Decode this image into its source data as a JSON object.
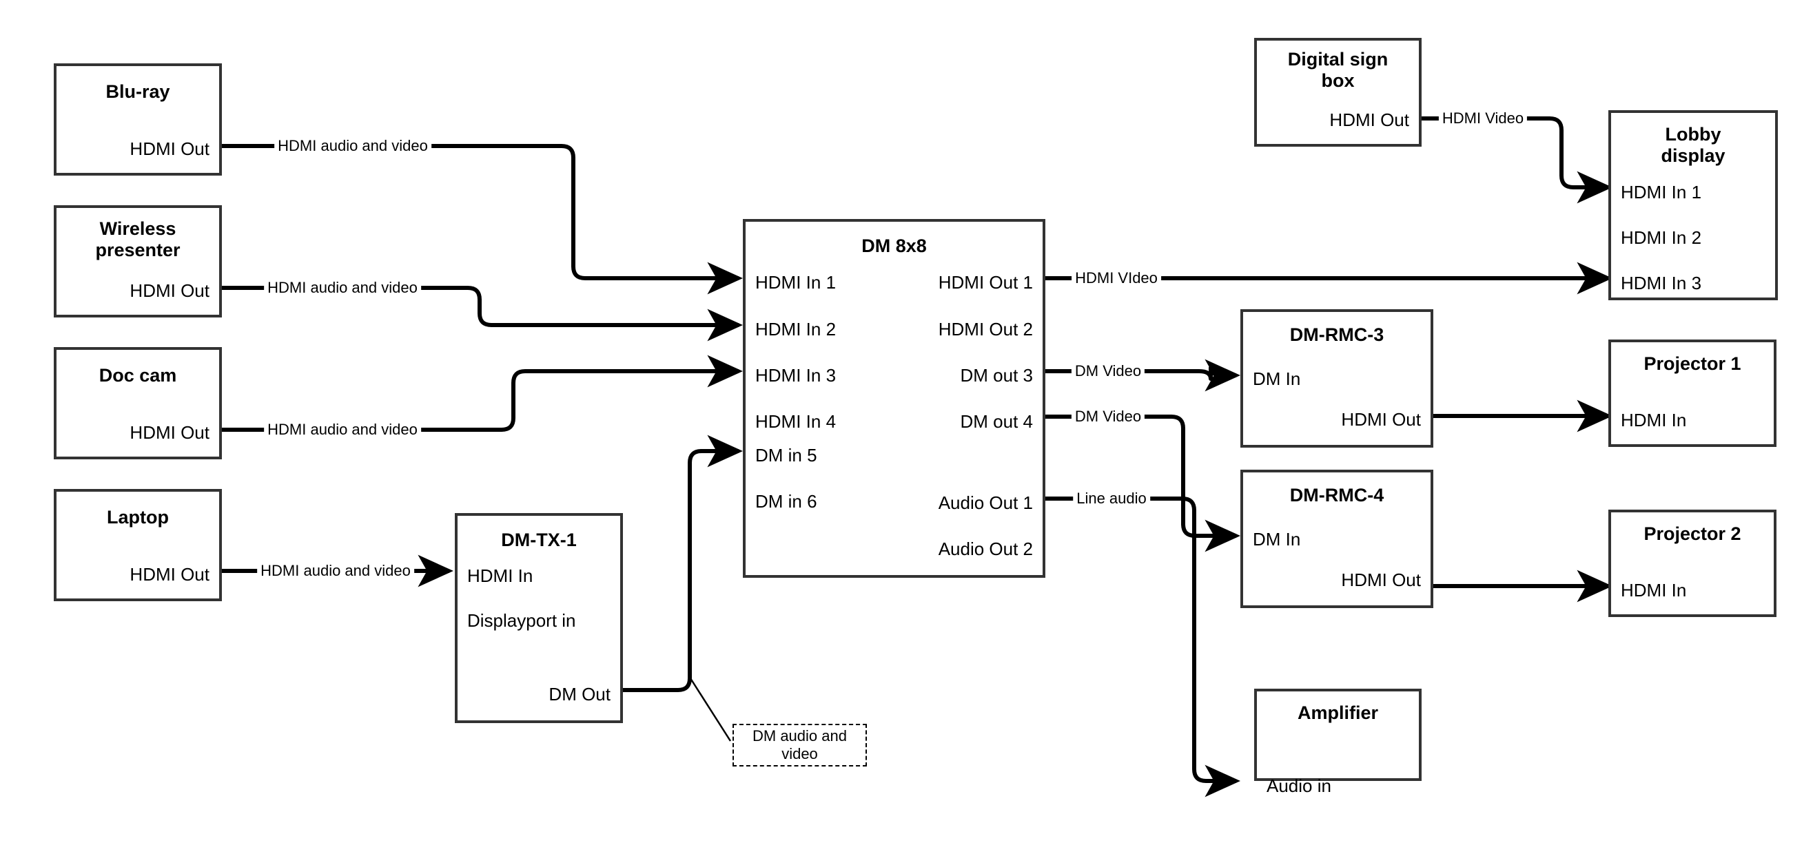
{
  "diagram": {
    "title": "AV signal flow diagram",
    "colors": {
      "line": "#000000",
      "border": "#333333",
      "background": "#ffffff"
    }
  },
  "nodes": {
    "bluray": {
      "title": "Blu-ray",
      "ports": {
        "out": "HDMI Out"
      }
    },
    "wireless": {
      "title": "Wireless\npresenter",
      "ports": {
        "out": "HDMI Out"
      }
    },
    "doccam": {
      "title": "Doc cam",
      "ports": {
        "out": "HDMI Out"
      }
    },
    "laptop": {
      "title": "Laptop",
      "ports": {
        "out": "HDMI Out"
      }
    },
    "dmtx1": {
      "title": "DM-TX-1",
      "ports": {
        "in1": "HDMI In",
        "in2": "Displayport in",
        "out": "DM Out"
      }
    },
    "dm8x8": {
      "title": "DM 8x8",
      "inputs": [
        "HDMI In 1",
        "HDMI In 2",
        "HDMI In 3",
        "HDMI In 4",
        "DM in 5",
        "DM in 6"
      ],
      "outputs": [
        "HDMI Out 1",
        "HDMI Out 2",
        "DM out 3",
        "DM out 4",
        "Audio Out 1",
        "Audio Out 2"
      ]
    },
    "digitalsign": {
      "title": "Digital sign\nbox",
      "ports": {
        "out": "HDMI Out"
      }
    },
    "lobby": {
      "title": "Lobby\ndisplay",
      "inputs": [
        "HDMI In 1",
        "HDMI In 2",
        "HDMI In 3"
      ]
    },
    "dmrmc3": {
      "title": "DM-RMC-3",
      "ports": {
        "in": "DM In",
        "out": "HDMI Out"
      }
    },
    "dmrmc4": {
      "title": "DM-RMC-4",
      "ports": {
        "in": "DM In",
        "out": "HDMI Out"
      }
    },
    "projector1": {
      "title": "Projector 1",
      "ports": {
        "in": "HDMI In"
      }
    },
    "projector2": {
      "title": "Projector 2",
      "ports": {
        "in": "HDMI In"
      }
    },
    "amplifier": {
      "title": "Amplifier",
      "ports": {
        "in": "Audio in"
      }
    }
  },
  "edge_labels": {
    "bluray_to_dm": "HDMI audio and video",
    "wireless_to_dm": "HDMI audio and video",
    "doccam_to_dm": "HDMI audio and video",
    "laptop_to_dmtx1": "HDMI audio and video",
    "dm_out1_to_lobby": "HDMI VIdeo",
    "dm_out3_to_rmc3": "DM Video",
    "dm_out4_to_rmc4": "DM Video",
    "dm_audio1_to_amp": "Line audio",
    "sign_to_lobby": "HDMI Video",
    "dmtx1_note": "DM audio and video"
  }
}
